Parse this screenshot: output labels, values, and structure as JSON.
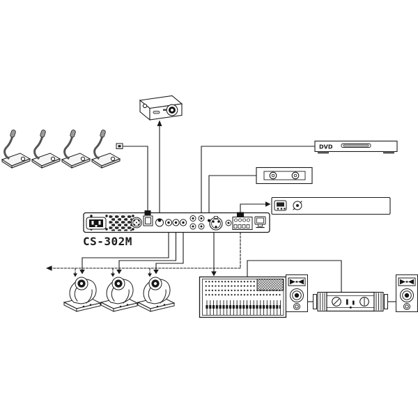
{
  "diagram": {
    "unit_label": "CS-302M",
    "dvd_label": "DVD"
  },
  "devices": {
    "microphones": {
      "icon": "conference-microphone-icon",
      "count": 4
    },
    "projector": {
      "icon": "projector-icon"
    },
    "dvd_player": {
      "icon": "dvd-player-icon",
      "label": "DVD"
    },
    "recorder": {
      "icon": "recorder-icon"
    },
    "av_bar": {
      "icon": "av-switcher-bar-icon"
    },
    "main_unit": {
      "icon": "rack-unit-rear-panel-icon",
      "label": "CS-302M"
    },
    "cameras": {
      "icon": "ptz-camera-icon",
      "count": 3
    },
    "mixer": {
      "icon": "mixing-console-icon"
    },
    "amplifier": {
      "icon": "power-amplifier-icon"
    },
    "speakers": {
      "icon": "speaker-icon",
      "count": 2
    }
  },
  "colors": {
    "line": "#1a1a1a",
    "background": "#ffffff",
    "fill_dark": "#141414",
    "fill_gray": "#9a9a9a"
  }
}
